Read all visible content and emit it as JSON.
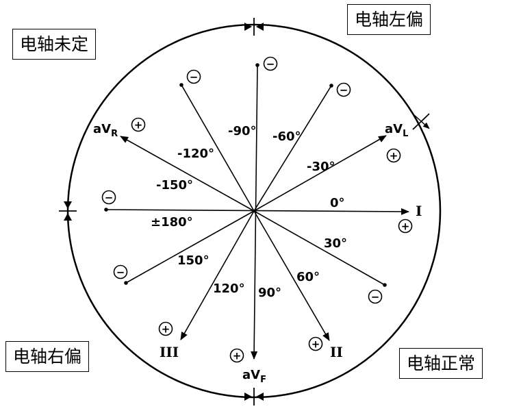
{
  "regions": {
    "undetermined": "电轴未定",
    "left": "电轴左偏",
    "right": "电轴右偏",
    "normal": "电轴正常"
  },
  "leads": {
    "I": "I",
    "II": "II",
    "III": "III",
    "aVF_main": "aV",
    "aVF_sub": "F",
    "aVL_main": "aV",
    "aVL_sub": "L",
    "aVR_main": "aV",
    "aVR_sub": "R"
  },
  "angles": {
    "a0": "0°",
    "a30": "30°",
    "a60": "60°",
    "a90": "90°",
    "a120": "120°",
    "a150": "150°",
    "a180": "±180°",
    "am150": "-150°",
    "am120": "-120°",
    "am90": "-90°",
    "am60": "-60°",
    "am30": "-30°"
  },
  "signs": {
    "plus": "+",
    "minus": "−"
  }
}
